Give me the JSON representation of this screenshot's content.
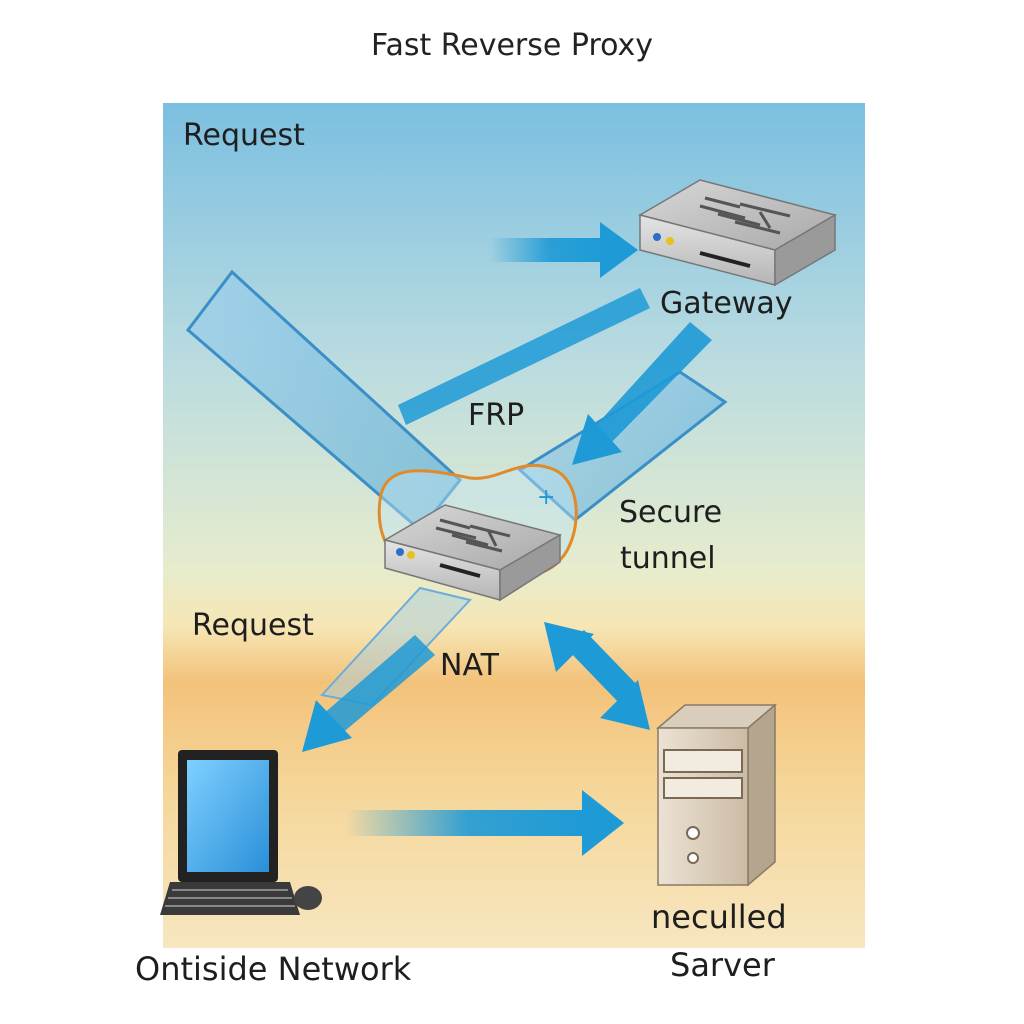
{
  "title": "Fast Reverse Proxy",
  "labels": {
    "request_top": "Request",
    "gateway": "Gateway",
    "frp": "FRP",
    "secure_tunnel_1": "Secure",
    "secure_tunnel_2": "tunnel",
    "request_bottom": "Request",
    "nat": "NAT",
    "server_1": "neculled",
    "server_2": "Sarver",
    "outside_network": "Ontiside Network"
  },
  "colors": {
    "arrow": "#1e9ad6",
    "tunnel_outline": "#e08a2a",
    "sky_top": "#7bbfe0",
    "sand": "#f3c27a"
  },
  "icons": [
    "router-icon",
    "laptop-icon",
    "server-tower-icon",
    "arrow-icon"
  ]
}
